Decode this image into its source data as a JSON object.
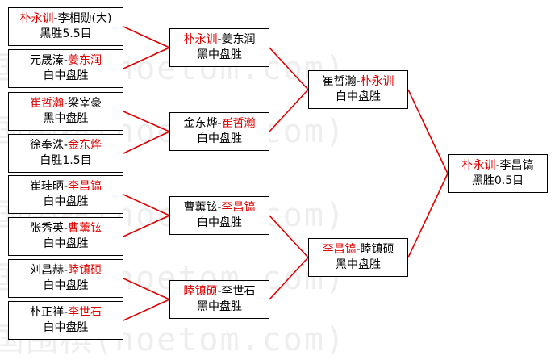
{
  "watermark": "国围棋(hoetom.com)",
  "colors": {
    "winner": "#e00000",
    "line": "#e00000",
    "border": "#000000",
    "text": "#000000"
  },
  "matches": [
    {
      "id": "r1m1",
      "a": "朴永训",
      "b": "李相勋(大)",
      "winner": "a",
      "result": "黑胜5.5目"
    },
    {
      "id": "r1m2",
      "a": "元晟溱",
      "b": "姜东润",
      "winner": "b",
      "result": "白中盘胜"
    },
    {
      "id": "r1m3",
      "a": "崔哲瀚",
      "b": "梁宰豪",
      "winner": "a",
      "result": "黑中盘胜"
    },
    {
      "id": "r1m4",
      "a": "徐奉洙",
      "b": "金东烨",
      "winner": "b",
      "result": "白胜1.5目"
    },
    {
      "id": "r1m5",
      "a": "崔珪昞",
      "b": "李昌镐",
      "winner": "b",
      "result": "白中盘胜"
    },
    {
      "id": "r1m6",
      "a": "张秀英",
      "b": "曹薰铉",
      "winner": "b",
      "result": "白中盘胜"
    },
    {
      "id": "r1m7",
      "a": "刘昌赫",
      "b": "睦镇硕",
      "winner": "b",
      "result": "白中盘胜"
    },
    {
      "id": "r1m8",
      "a": "朴正祥",
      "b": "李世石",
      "winner": "b",
      "result": "白中盘胜"
    },
    {
      "id": "r2m1",
      "a": "朴永训",
      "b": "姜东润",
      "winner": "a",
      "result": "黑中盘胜"
    },
    {
      "id": "r2m2",
      "a": "金东烨",
      "b": "崔哲瀚",
      "winner": "b",
      "result": "白中盘胜"
    },
    {
      "id": "r2m3",
      "a": "曹薰铉",
      "b": "李昌镐",
      "winner": "b",
      "result": "白中盘胜"
    },
    {
      "id": "r2m4",
      "a": "睦镇硕",
      "b": "李世石",
      "winner": "a",
      "result": "黑中盘胜"
    },
    {
      "id": "r3m1",
      "a": "崔哲瀚",
      "b": "朴永训",
      "winner": "b",
      "result": "白中盘胜"
    },
    {
      "id": "r3m2",
      "a": "李昌镐",
      "b": "睦镇硕",
      "winner": "a",
      "result": "黑中盘胜"
    },
    {
      "id": "r4m1",
      "a": "朴永训",
      "b": "李昌镐",
      "winner": "a",
      "result": "黑胜0.5目"
    }
  ]
}
